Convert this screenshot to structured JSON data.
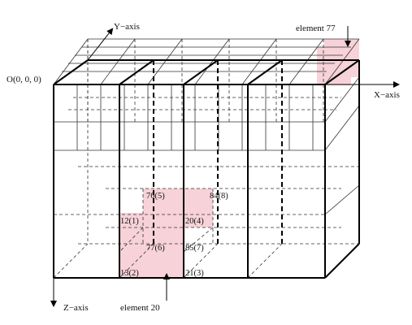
{
  "labels": {
    "origin": "O(0, 0, 0)",
    "y_axis": "Y−axis",
    "x_axis": "X−axis",
    "z_axis": "Z−axis",
    "element_77": "element 77",
    "element_20": "element 20"
  },
  "nodes": [
    {
      "id": "n76",
      "text": "76(5)"
    },
    {
      "id": "n84",
      "text": "84(8)"
    },
    {
      "id": "n12",
      "text": "12(1)"
    },
    {
      "id": "n20",
      "text": "20(4)"
    },
    {
      "id": "n77",
      "text": "77(6)"
    },
    {
      "id": "n85",
      "text": "85(7)"
    },
    {
      "id": "n13",
      "text": "13(2)"
    },
    {
      "id": "n21",
      "text": "21(3)"
    }
  ],
  "colors": {
    "highlight": "#f7d2d8",
    "line": "#000000"
  }
}
